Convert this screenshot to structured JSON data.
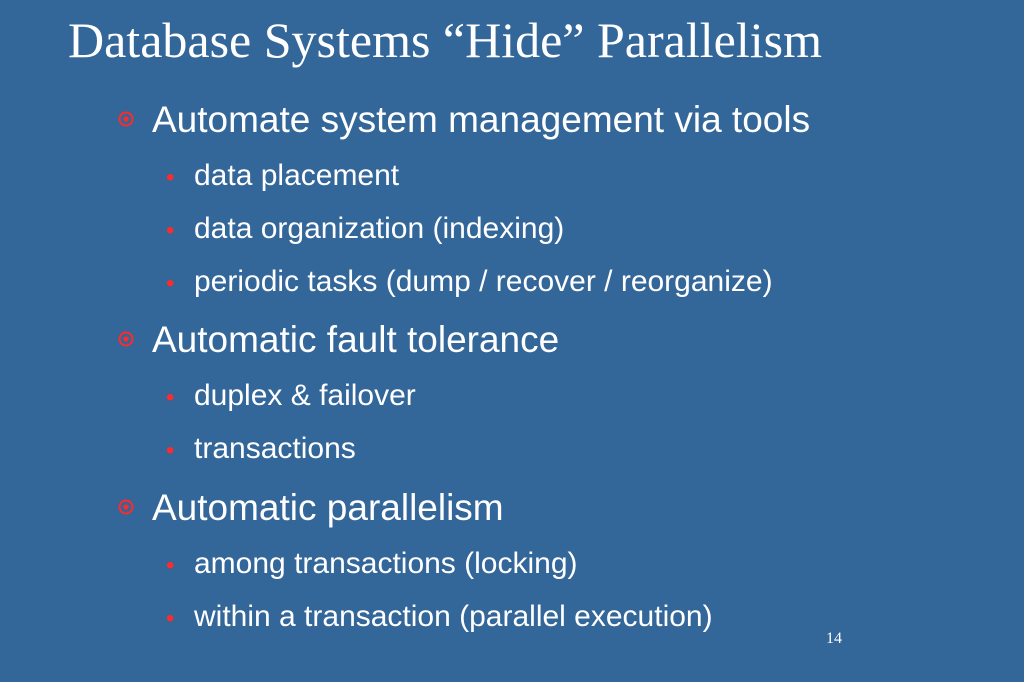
{
  "slide": {
    "title": "Database Systems “Hide” Parallelism",
    "page_number": "14",
    "marker_color": "#ff2a2a",
    "background_color": "#336699",
    "sections": [
      {
        "heading": "Automate system management via tools",
        "items": [
          "data placement",
          "data organization (indexing)",
          "periodic tasks (dump / recover / reorganize)"
        ]
      },
      {
        "heading": "Automatic fault tolerance",
        "items": [
          "duplex & failover",
          "transactions"
        ]
      },
      {
        "heading": "Automatic parallelism",
        "items": [
          "among transactions (locking)",
          "within a transaction (parallel execution)"
        ]
      }
    ],
    "icons": {
      "level1_marker": "wingding-circle-bullet-icon",
      "level2_marker": "bullet-dot-icon"
    }
  }
}
